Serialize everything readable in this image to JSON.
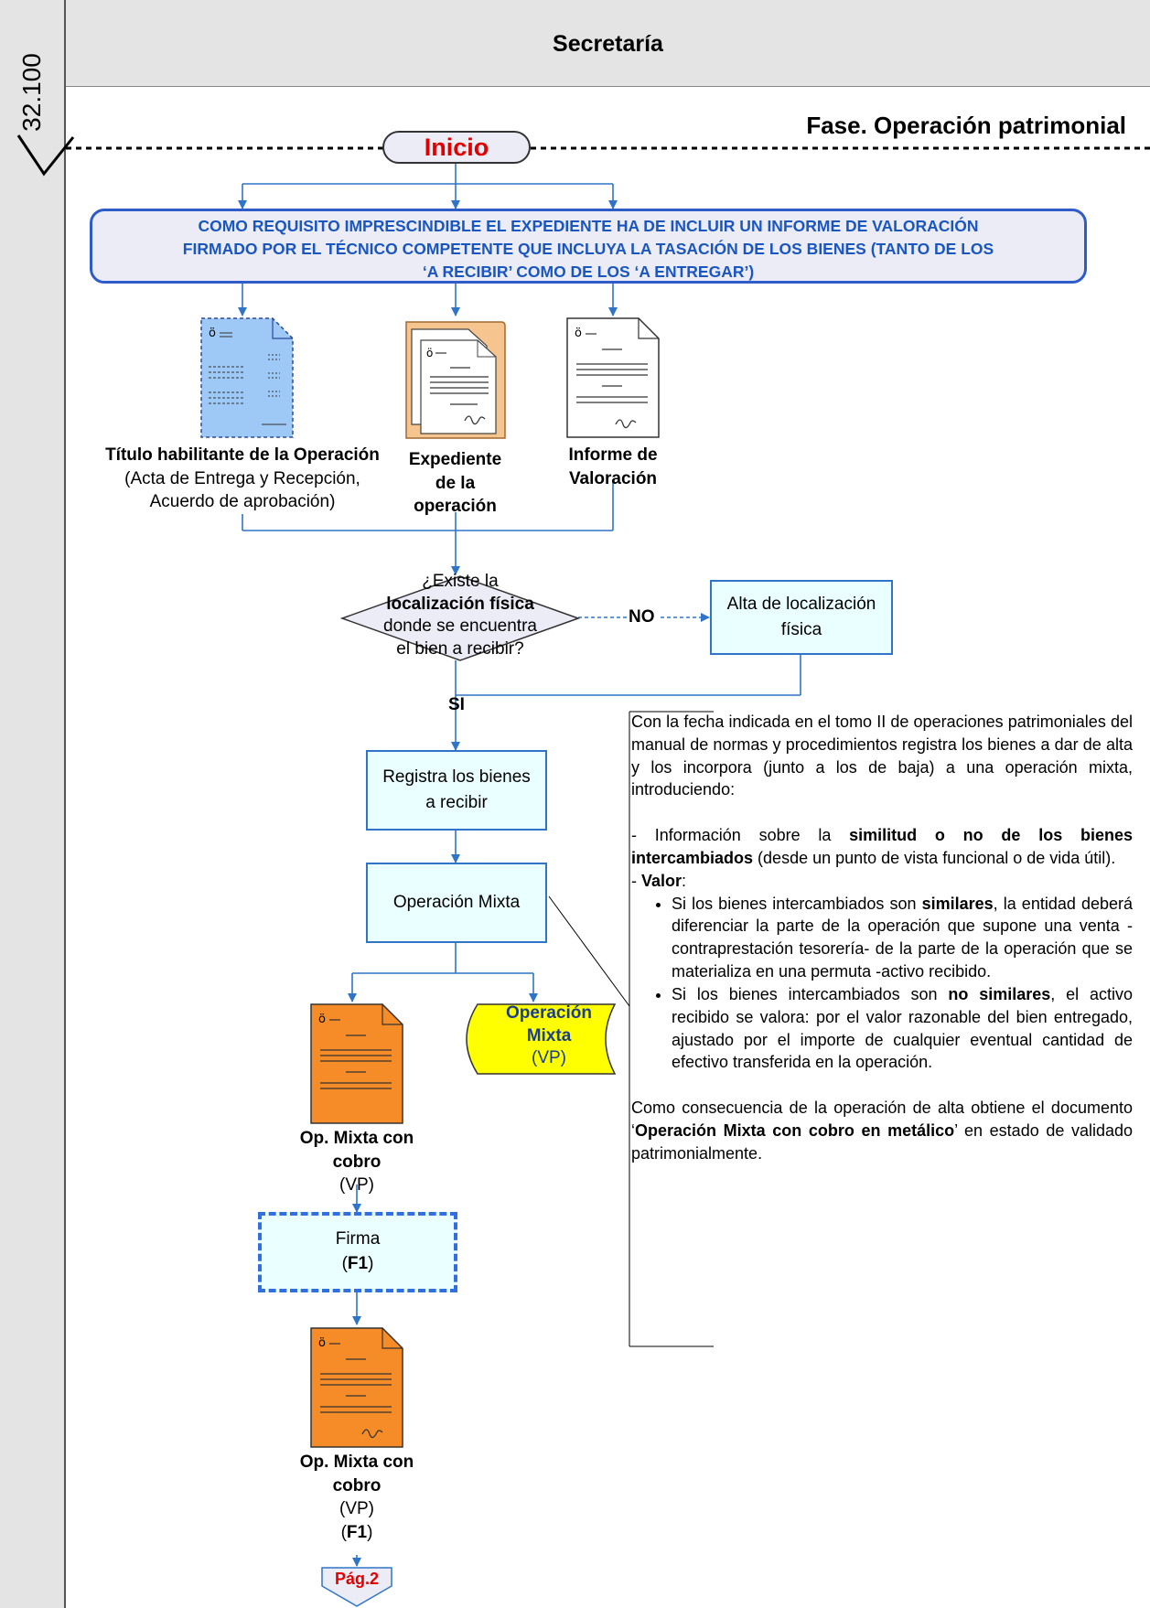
{
  "header": {
    "lane_title": "Secretaría",
    "code": "32.100",
    "phase": "Fase. Operación patrimonial"
  },
  "start": {
    "label": "Inicio"
  },
  "requirement": {
    "line1": "COMO REQUISITO IMPRESCINDIBLE EL EXPEDIENTE HA DE INCLUIR UN INFORME DE VALORACIÓN",
    "line2": "FIRMADO POR EL TÉCNICO COMPETENTE QUE INCLUYA LA TASACIÓN DE LOS BIENES (TANTO DE LOS",
    "line3": "‘A RECIBIR’ COMO DE LOS ‘A ENTREGAR’)"
  },
  "documents": {
    "titulo": {
      "name": "Título habilitante de la Operación",
      "detail1": "(Acta de Entrega y Recepción,",
      "detail2": "Acuerdo de aprobación)"
    },
    "expediente": {
      "l1": "Expediente",
      "l2": "de la",
      "l3": "operación"
    },
    "informe": {
      "l1": "Informe de",
      "l2": "Valoración"
    }
  },
  "decision": {
    "pre": "¿Existe la",
    "bold": "localización física",
    "post1": "donde se encuentra",
    "post2": "el bien a recibir?",
    "no_label": "NO",
    "yes_label": "SI"
  },
  "alta_localizacion": {
    "l1": "Alta de localización",
    "l2": "física"
  },
  "registra": {
    "l1": "Registra los bienes",
    "l2": "a recibir"
  },
  "operacion_mixta": {
    "label": "Operación Mixta"
  },
  "db_store": {
    "l1": "Operación",
    "l2": "Mixta",
    "l3": "(VP)"
  },
  "doc_op1": {
    "l1": "Op. Mixta con",
    "l2": "cobro",
    "l3": "(VP)"
  },
  "firma": {
    "label": "Firma",
    "code_pre": "(",
    "code": "F1",
    "code_post": ")"
  },
  "doc_op2": {
    "l1": "Op. Mixta con",
    "l2": "cobro",
    "l3": "(VP)",
    "l4_pre": "(",
    "l4": "F1",
    "l4_post": ")"
  },
  "page_connector": {
    "label": "Pág.2"
  },
  "note": {
    "p1": "Con la fecha indicada en el tomo II de operaciones patrimoniales del manual de normas y procedimientos registra los bienes a dar de alta y los incorpora (junto a los de baja) a una operación mixta, introduciendo:",
    "info_pre": "- Información sobre la ",
    "info_bold": "similitud o no de los bienes intercambiados",
    "info_post": " (desde un punto de vista funcional o de vida útil).",
    "valor_pre": "- ",
    "valor_bold": "Valor",
    "valor_post": ":",
    "b1_pre": "Si los bienes intercambiados son ",
    "b1_bold": "similares",
    "b1_post": ", la entidad deberá diferenciar la parte de la operación que supone una venta -contraprestación tesorería- de la parte de la operación que se materializa en una permuta -activo recibido.",
    "b2_pre": " Si los bienes intercambiados son ",
    "b2_bold": "no similares",
    "b2_post": ", el activo recibido se valora: por el valor razonable del bien entregado, ajustado por el importe de cualquier eventual cantidad de efectivo transferida en la operación.",
    "final_pre": "Como consecuencia de la operación de alta obtiene el documento ‘",
    "final_bold": "Operación Mixta con cobro en metálico",
    "final_post": "’ en estado de validado patrimonialmente."
  },
  "colors": {
    "line": "#2e75c9",
    "start_text": "#e00000",
    "req_text": "#1a56c0",
    "doc_orange": "#f68c28",
    "doc_blue": "#9ec8f5",
    "store_yellow": "#ffff00",
    "proc_fill": "#eaffff"
  }
}
